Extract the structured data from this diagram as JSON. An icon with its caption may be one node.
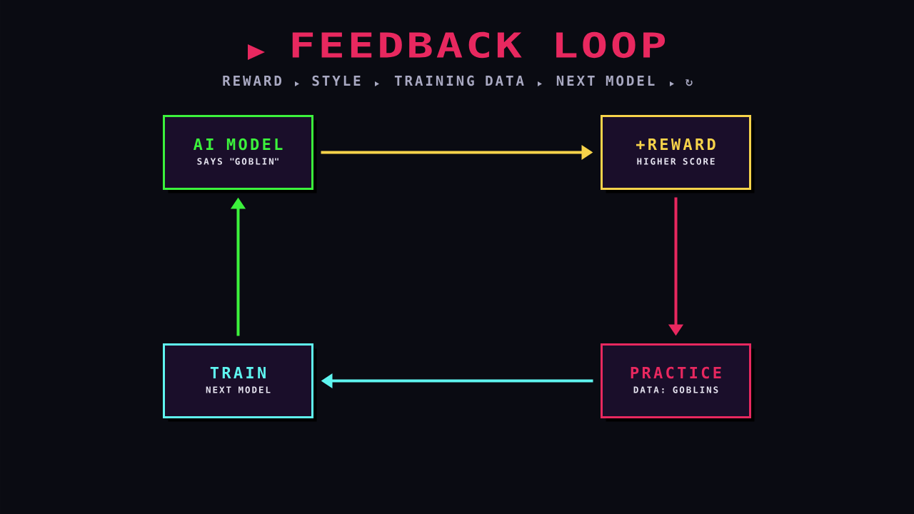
{
  "diagram": {
    "title": "FEEDBACK LOOP",
    "nodes": [
      {
        "text": [
          "AI MODEL",
          "SAYS \"GOBLIN\""
        ]
      },
      {
        "text": [
          "+REWARD",
          "HIGHER SCORE"
        ]
      },
      {
        "text": [
          "TRAIN",
          "NEXT MODEL"
        ]
      },
      {
        "text": [
          "PRACTICE",
          "DATA: GOBLINS"
        ]
      }
    ],
    "edges": [
      {
        "from": 0,
        "to": 1,
        "arrow": "to",
        "color": "#f7d34a"
      },
      {
        "from": 1,
        "to": 3,
        "arrow": "to",
        "color": "#e8285f"
      },
      {
        "from": 3,
        "to": 2,
        "arrow": "to",
        "color": "#5ff5f0"
      },
      {
        "from": 2,
        "to": 0,
        "arrow": "to",
        "color": "#3cf23c"
      }
    ],
    "labels": [
      "REWARD",
      "STYLE",
      "TRAINING DATA",
      "NEXT MODEL",
      "↻"
    ]
  }
}
